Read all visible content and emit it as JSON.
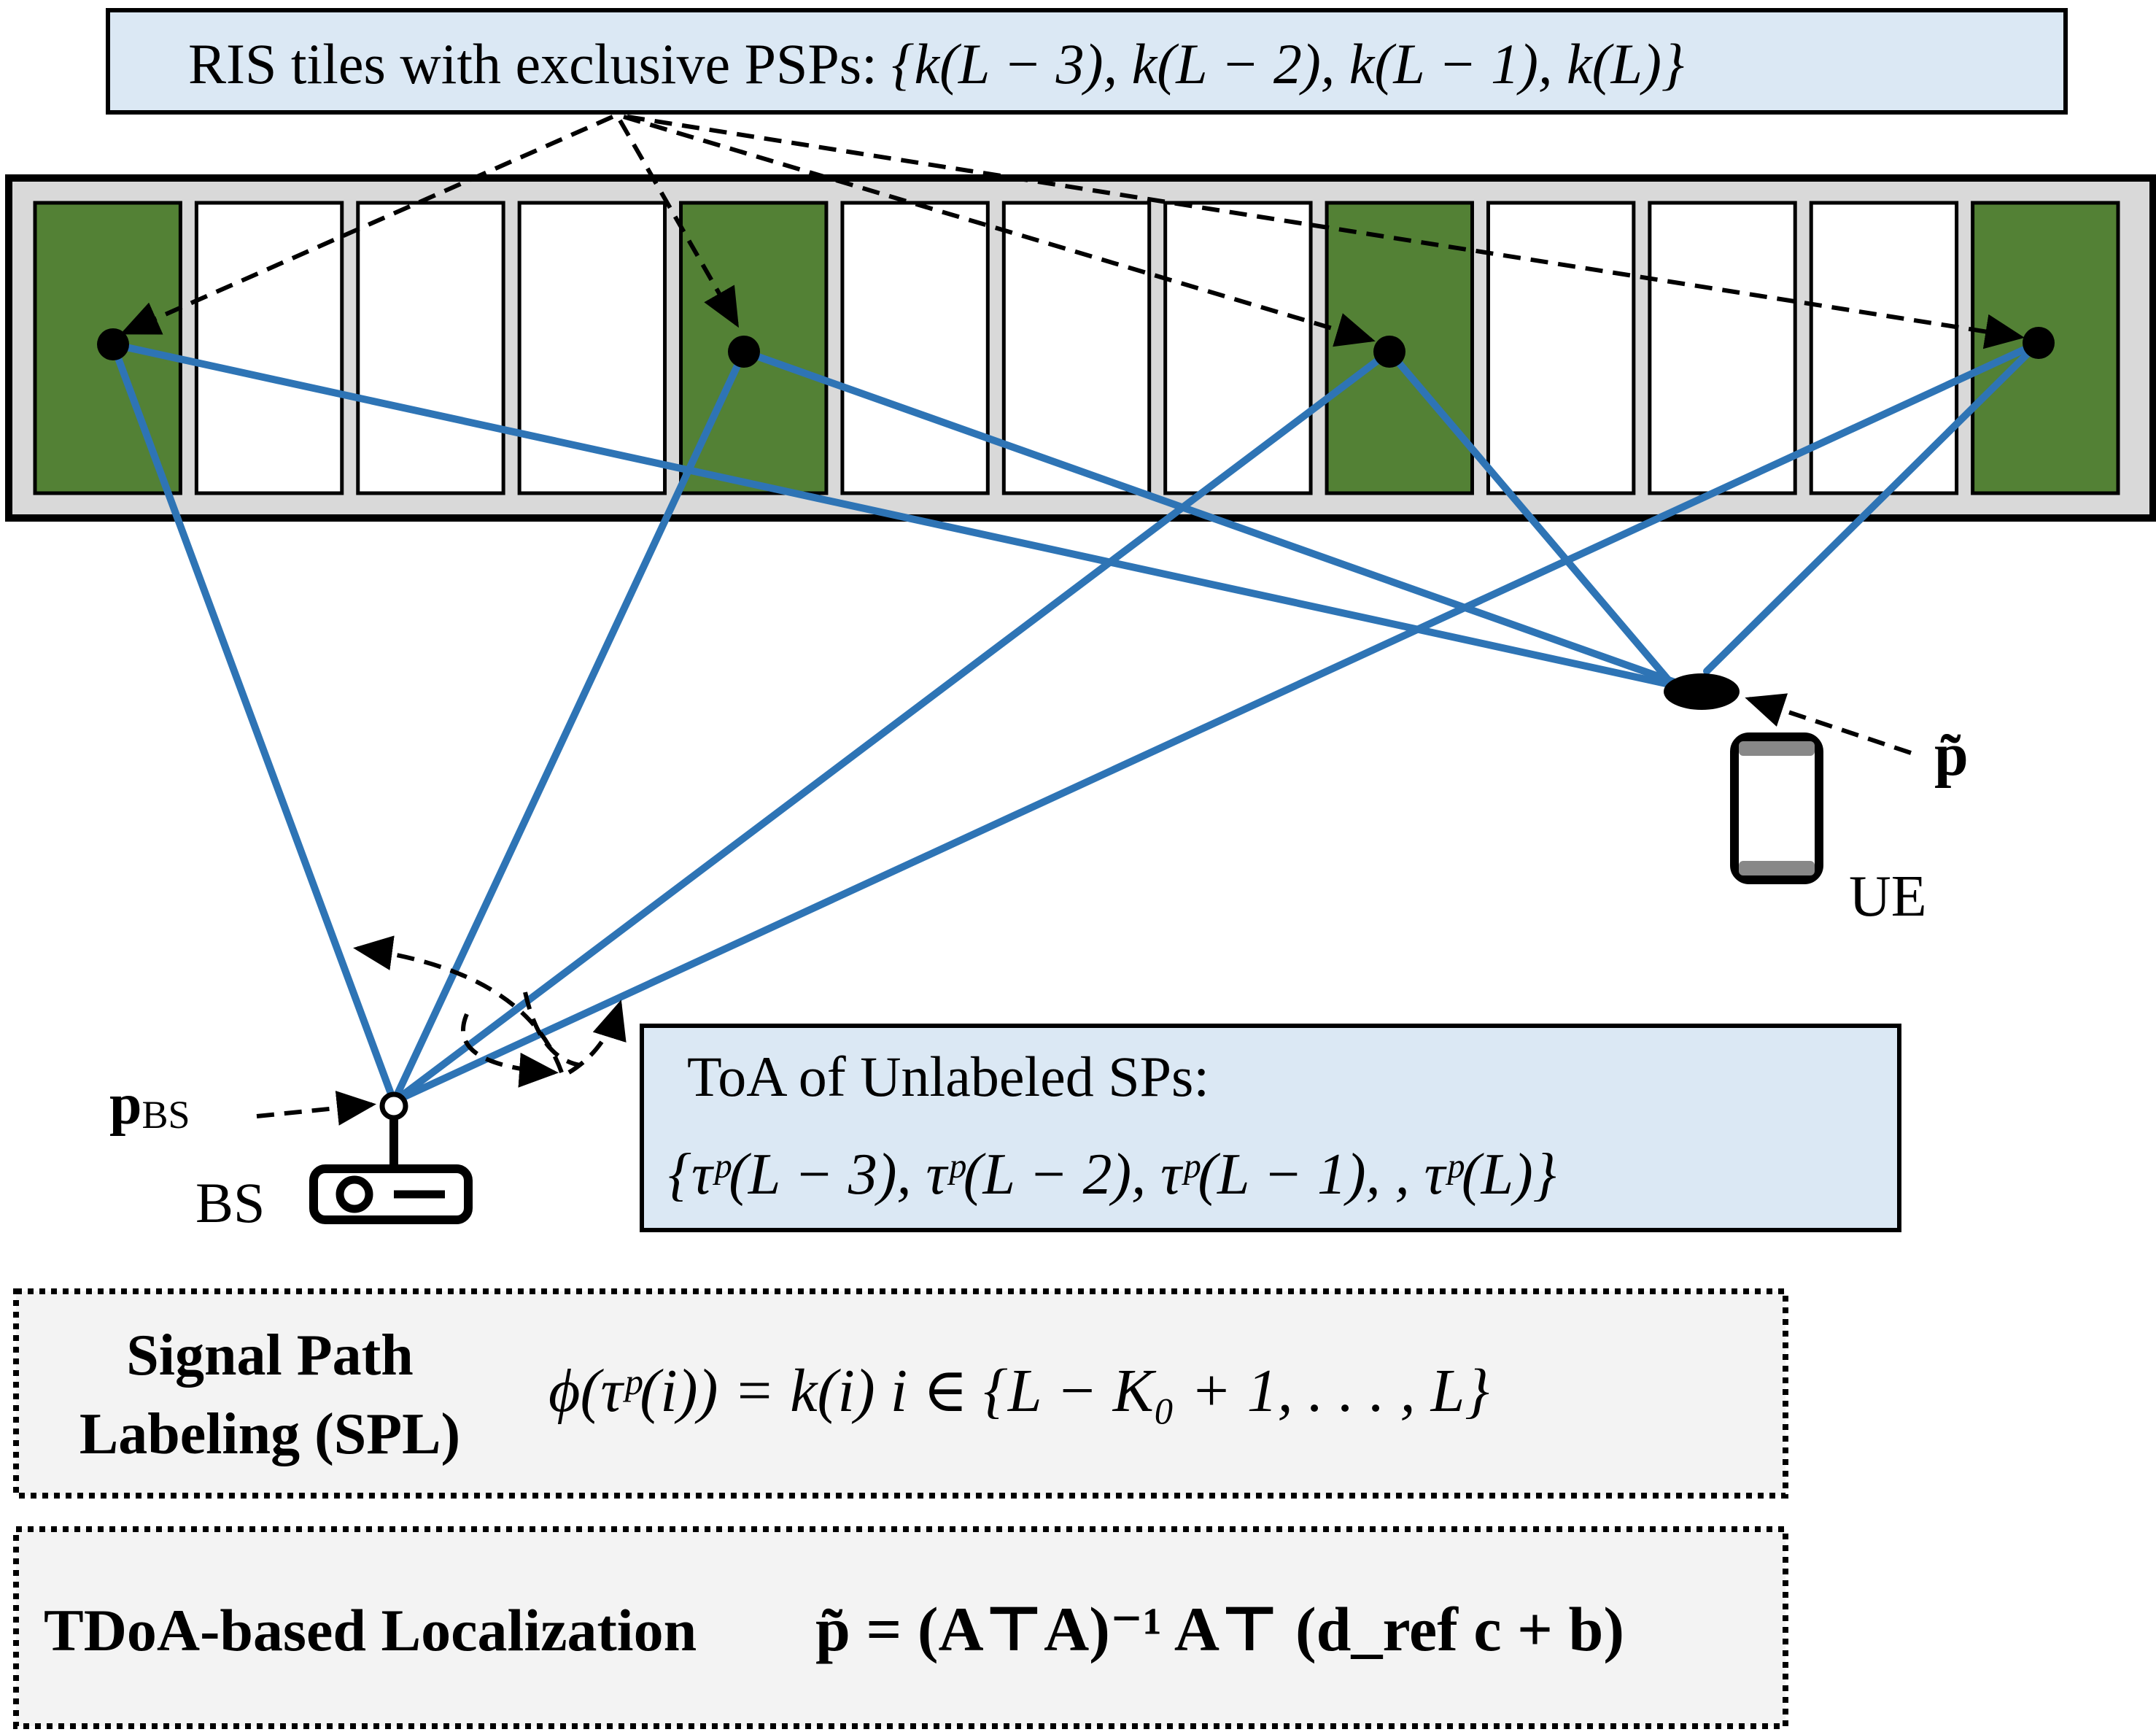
{
  "header": {
    "text": "RIS tiles with exclusive PSPs: ",
    "math": "{k(L − 3), k(L − 2), k(L − 1), k(L)}",
    "bg": "#dbe8f4"
  },
  "ris": {
    "frame_bg": "#d9d9d9",
    "active_color": "#538135",
    "tiles": [
      true,
      false,
      false,
      false,
      true,
      false,
      false,
      false,
      true,
      false,
      false,
      false,
      true
    ]
  },
  "colors": {
    "path": "#2e74b5",
    "dash": "#000000"
  },
  "ue": {
    "label": "UE",
    "estimate_label": "p̃"
  },
  "bs": {
    "label": "BS",
    "position_label": "p",
    "position_sub": "BS"
  },
  "toa_box": {
    "title": "ToA of Unlabeled SPs:",
    "math": "{τᵖ(L − 3), τᵖ(L − 2), τᵖ(L − 1), , τᵖ(L)}",
    "bg": "#dbe8f4"
  },
  "spl_box": {
    "line1": "Signal Path",
    "line2": "Labeling (SPL)",
    "formula": "ϕ(τᵖ(i)) = k(i)    i ∈ {L − K₀ + 1, . . . , L}",
    "bg": "#f3f3f3"
  },
  "tdoa_box": {
    "label": "TDoA-based Localization",
    "formula": "p̃ = (A⊤A)⁻¹ A⊤ (d_ref c + b)",
    "bg": "#f3f3f3"
  }
}
